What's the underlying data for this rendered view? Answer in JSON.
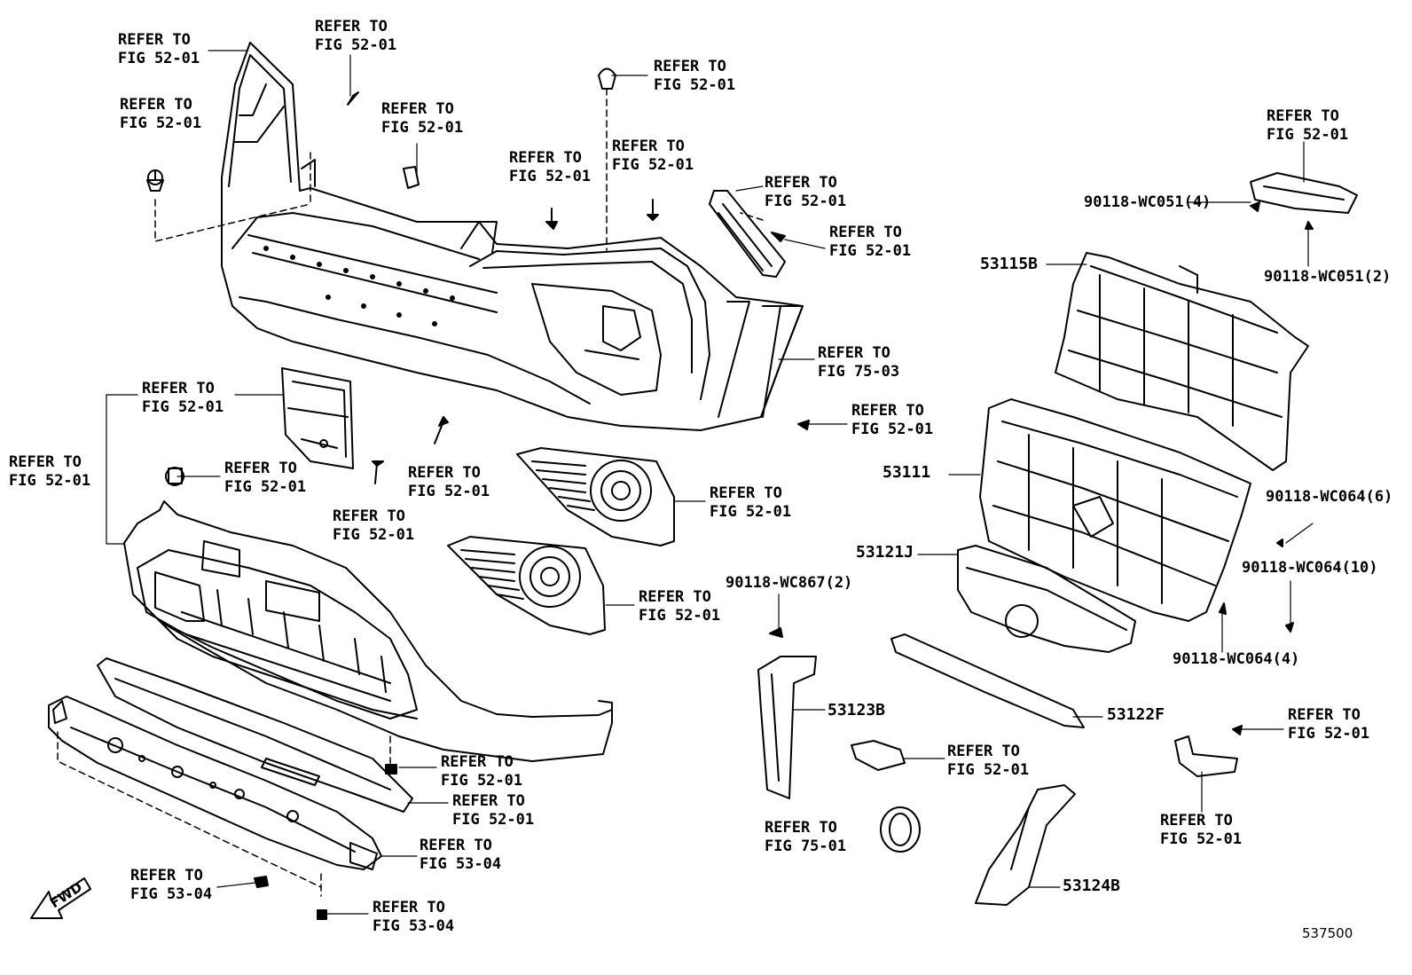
{
  "callouts": {
    "ref_52_01": "REFER TO\nFIG 52-01",
    "ref_53_04": "REFER TO\nFIG 53-04",
    "ref_75_01": "REFER TO\nFIG 75-01",
    "ref_75_03": "REFER TO\nFIG 75-03"
  },
  "parts": {
    "p53115B": "53115B",
    "p53111": "53111",
    "p53121J": "53121J",
    "p53122F": "53122F",
    "p53123B": "53123B",
    "p53124B": "53124B",
    "wc051_4": "90118-WC051(4)",
    "wc051_2": "90118-WC051(2)",
    "wc064_6": "90118-WC064(6)",
    "wc064_10": "90118-WC064(10)",
    "wc064_4": "90118-WC064(4)",
    "wc867_2": "90118-WC867(2)"
  },
  "fwd_label": "FWD",
  "diagram_ref": "537500"
}
